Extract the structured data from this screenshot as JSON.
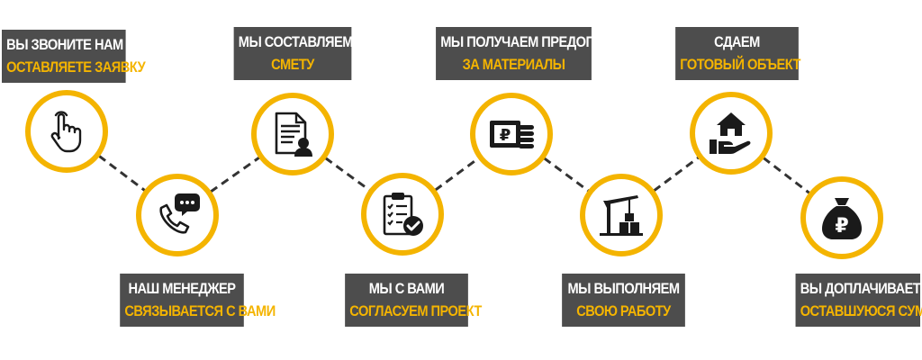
{
  "accent_color": "#f4b400",
  "label_bg_color": "#4d4d4d",
  "steps": [
    {
      "line1": "ВЫ ЗВОНИТЕ НАМ ИЛИ",
      "line2": "ОСТАВЛЯЕТЕ ЗАЯВКУ",
      "icon": "pointing-hand-icon"
    },
    {
      "line1": "НАШ МЕНЕДЖЕР",
      "line2": "СВЯЗЫВАЕТСЯ С ВАМИ",
      "icon": "phone-chat-icon"
    },
    {
      "line1": "МЫ СОСТАВЛЯЕМ",
      "line2": "СМЕТУ",
      "icon": "document-person-icon"
    },
    {
      "line1": "МЫ С ВАМИ",
      "line2": "СОГЛАСУЕМ ПРОЕКТ",
      "icon": "clipboard-check-icon"
    },
    {
      "line1": "МЫ ПОЛУЧАЕМ ПРЕДОПЛАТУ",
      "line2": "ЗА МАТЕРИАЛЫ",
      "icon": "ruble-money-icon"
    },
    {
      "line1": "МЫ ВЫПОЛНЯЕМ",
      "line2": "СВОЮ РАБОТУ",
      "icon": "crane-icon"
    },
    {
      "line1": "СДАЕМ",
      "line2": "ГОТОВЫЙ ОБЪЕКТ",
      "icon": "house-hand-icon"
    },
    {
      "line1": "ВЫ ДОПЛАЧИВАЕТЕ",
      "line2": "ОСТАВШУЮСЯ СУММУ",
      "icon": "money-bag-icon"
    }
  ]
}
